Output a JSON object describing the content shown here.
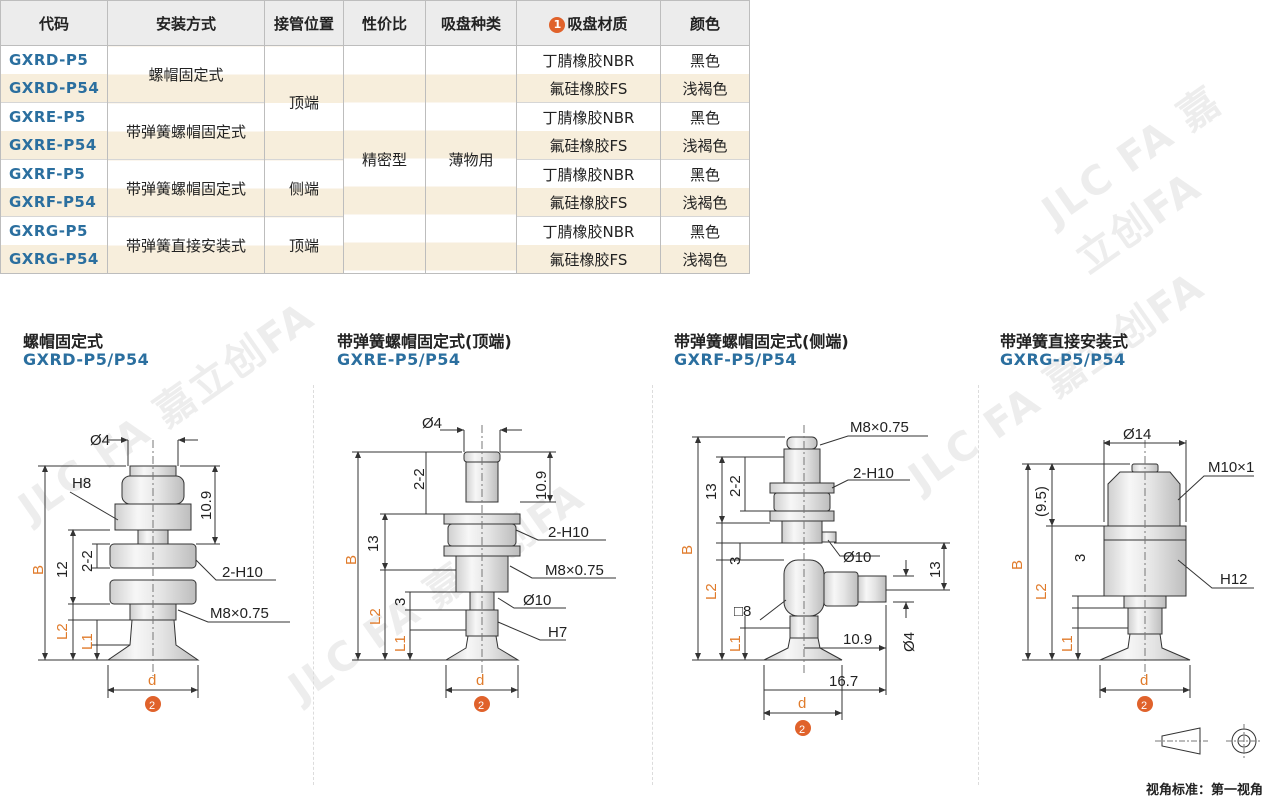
{
  "table": {
    "headers": [
      "代码",
      "安装方式",
      "接管位置",
      "性价比",
      "吸盘种类",
      "吸盘材质",
      "颜色"
    ],
    "material_badge": "1",
    "rows": [
      {
        "code": "GXRD-P5",
        "material": "丁腈橡胶NBR",
        "color": "黑色"
      },
      {
        "code": "GXRD-P54",
        "material": "氟硅橡胶FS",
        "color": "浅褐色"
      },
      {
        "code": "GXRE-P5",
        "material": "丁腈橡胶NBR",
        "color": "黑色"
      },
      {
        "code": "GXRE-P54",
        "material": "氟硅橡胶FS",
        "color": "浅褐色"
      },
      {
        "code": "GXRF-P5",
        "material": "丁腈橡胶NBR",
        "color": "黑色"
      },
      {
        "code": "GXRF-P54",
        "material": "氟硅橡胶FS",
        "color": "浅褐色"
      },
      {
        "code": "GXRG-P5",
        "material": "丁腈橡胶NBR",
        "color": "黑色"
      },
      {
        "code": "GXRG-P54",
        "material": "氟硅橡胶FS",
        "color": "浅褐色"
      }
    ],
    "mount": [
      "螺帽固定式",
      "带弹簧螺帽固定式",
      "带弹簧螺帽固定式",
      "带弹簧直接安装式"
    ],
    "pipe": [
      "顶端",
      "侧端",
      "顶端"
    ],
    "price": "精密型",
    "cup_type": "薄物用"
  },
  "drawings": [
    {
      "title": "螺帽固定式",
      "model": "GXRD-P5/P54",
      "labels": {
        "dia": "Ø4",
        "h8": "H8",
        "h109": "10.9",
        "n12": "12",
        "n22": "2-2",
        "b": "B",
        "l2": "L2",
        "l1": "L1",
        "h10": "2-H10",
        "m8": "M8×0.75",
        "d": "d",
        "badge": "2"
      }
    },
    {
      "title": "带弹簧螺帽固定式(顶端)",
      "model": "GXRE-P5/P54",
      "labels": {
        "dia": "Ø4",
        "n22": "2-2",
        "h109": "10.9",
        "n13": "13",
        "b": "B",
        "n3": "3",
        "l2": "L2",
        "l1": "L1",
        "h10": "2-H10",
        "m8": "M8×0.75",
        "d10": "Ø10",
        "h7": "H7",
        "d": "d",
        "badge": "2"
      }
    },
    {
      "title": "带弹簧螺帽固定式(侧端)",
      "model": "GXRF-P5/P54",
      "labels": {
        "m8": "M8×0.75",
        "h10": "2-H10",
        "n13": "13",
        "n22": "2-2",
        "b": "B",
        "n3": "3",
        "d10": "Ø10",
        "n13b": "13",
        "sq8": "□8",
        "l2": "L2",
        "l1": "L1",
        "n109": "10.9",
        "d4": "Ø4",
        "n167": "16.7",
        "d": "d",
        "badge": "2"
      }
    },
    {
      "title": "带弹簧直接安装式",
      "model": "GXRG-P5/P54",
      "labels": {
        "d14": "Ø14",
        "m10": "M10×1",
        "n95": "(9.5)",
        "b": "B",
        "n3": "3",
        "l2": "L2",
        "l1": "L1",
        "h12": "H12",
        "d": "d",
        "badge": "2"
      }
    }
  ],
  "view_standard": "视角标准：第一视角",
  "watermark": "JLC FA 嘉立创FA"
}
